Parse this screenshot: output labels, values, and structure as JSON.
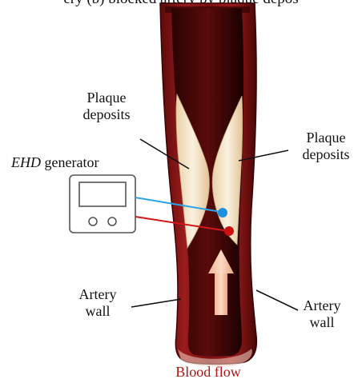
{
  "caption_top": "ery (b) blocked artery by plaque depos",
  "labels": {
    "plaque_left": [
      "Plaque",
      "deposits"
    ],
    "plaque_right": [
      "Plaque",
      "deposits"
    ],
    "generator_prefix": "EHD",
    "generator_suffix": " generator",
    "artery_left": [
      "Artery",
      "wall"
    ],
    "artery_right": [
      "Artery",
      "wall"
    ],
    "blood_flow": "Blood flow"
  },
  "colors": {
    "artery_outer": "#7a0f0f",
    "artery_inner": "#3a0404",
    "plaque": "#f3e2c8",
    "blue_electrode": "#1e90e0",
    "red_electrode": "#d01818",
    "flow_arrow": "#f6c8a8",
    "blood_flow_text": "#b01515"
  },
  "icons": [
    "ehd-generator-icon",
    "upward-flow-arrow-icon"
  ]
}
